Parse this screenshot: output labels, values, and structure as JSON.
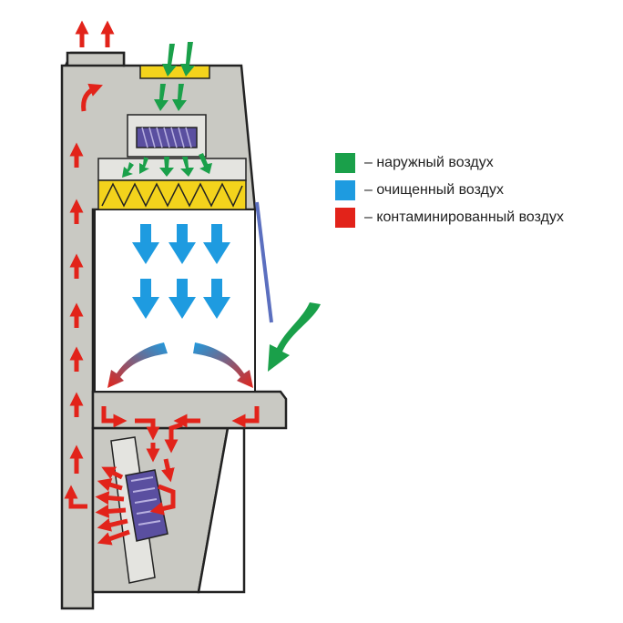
{
  "colors": {
    "outside_air": "#1aa04a",
    "clean_air": "#1e9be0",
    "contaminated_air": "#e2231a",
    "cabinet_body": "#c9c9c3",
    "filter_yellow": "#f3d31c",
    "fan_purple": "#5a4fa0",
    "sash_blue": "#5b6fbf"
  },
  "legend": {
    "items": [
      {
        "color": "#1aa04a",
        "icon": "green-square",
        "label": "– наружный воздух"
      },
      {
        "color": "#1e9be0",
        "icon": "blue-square",
        "label": "– очищенный воздух"
      },
      {
        "color": "#e2231a",
        "icon": "red-square",
        "label": "– контаминированный воздух"
      }
    ]
  }
}
